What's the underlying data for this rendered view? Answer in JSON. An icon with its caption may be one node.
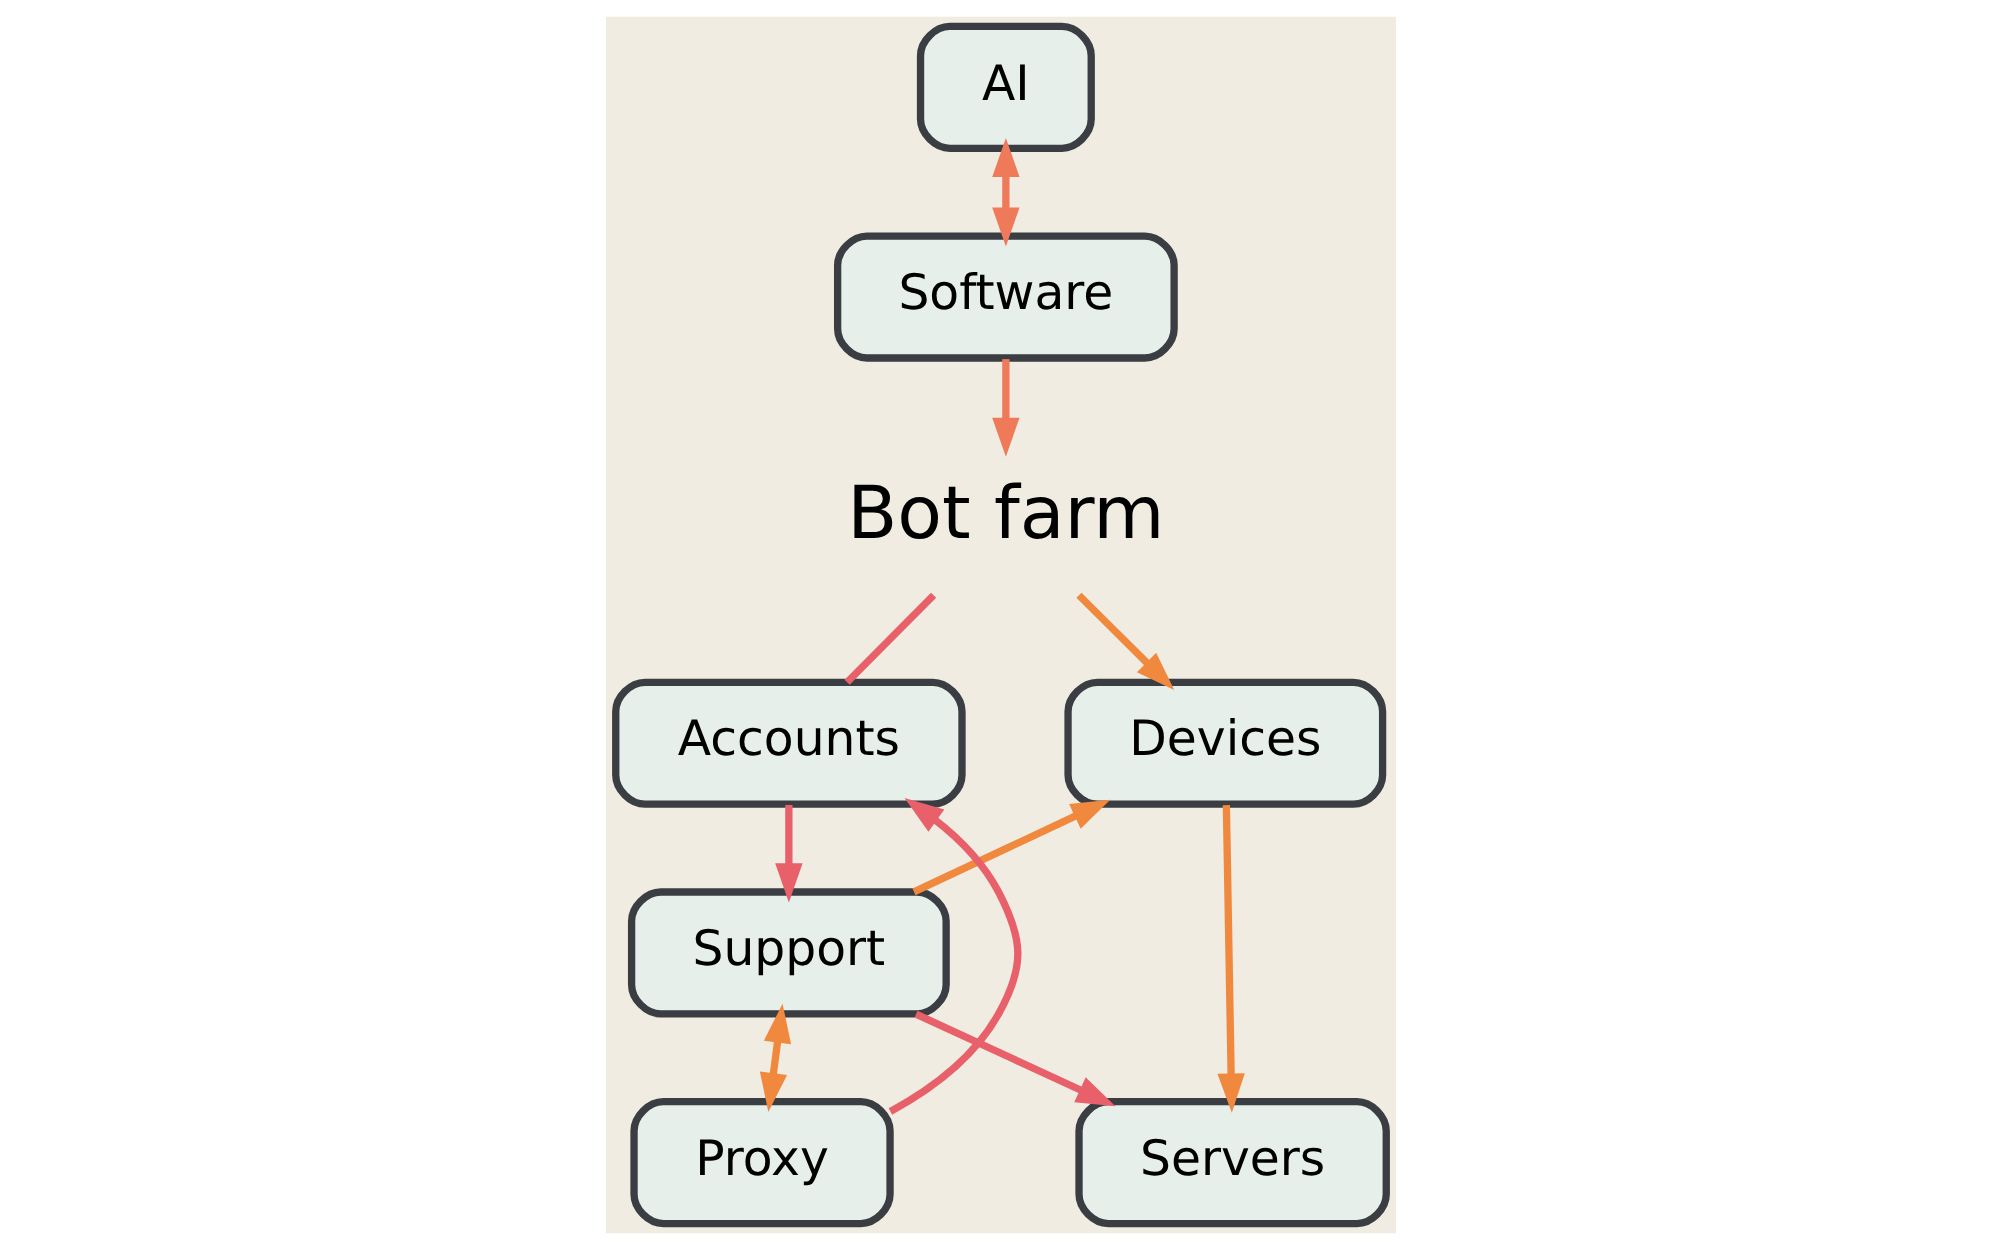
{
  "diagram": {
    "nodes": [
      {
        "text": [
          "AI"
        ]
      },
      {
        "text": [
          "Software"
        ]
      },
      {
        "text": [
          "Bot farm"
        ]
      },
      {
        "text": [
          "Accounts"
        ]
      },
      {
        "text": [
          "Devices"
        ]
      },
      {
        "text": [
          "Support"
        ]
      },
      {
        "text": [
          "Proxy"
        ]
      },
      {
        "text": [
          "Servers"
        ]
      }
    ],
    "edges": [
      {
        "from": 0,
        "to": 1,
        "arrow": "both",
        "color": "#ee7a5a"
      },
      {
        "from": 1,
        "to": 2,
        "arrow": "to",
        "color": "#ee7a5a"
      },
      {
        "from": 2,
        "to": 3,
        "arrow": "none",
        "color": "#e8606a"
      },
      {
        "from": 2,
        "to": 4,
        "arrow": "to",
        "color": "#f0883e"
      },
      {
        "from": 3,
        "to": 5,
        "arrow": "to",
        "color": "#e8606a"
      },
      {
        "from": 5,
        "to": 4,
        "arrow": "to",
        "color": "#f0883e"
      },
      {
        "from": 4,
        "to": 7,
        "arrow": "to",
        "color": "#f0883e"
      },
      {
        "from": 5,
        "to": 7,
        "arrow": "to",
        "color": "#e8606a"
      },
      {
        "from": 5,
        "to": 6,
        "arrow": "both",
        "color": "#f0883e"
      },
      {
        "from": 6,
        "to": 3,
        "arrow": "to",
        "color": "#e8606a"
      }
    ]
  }
}
